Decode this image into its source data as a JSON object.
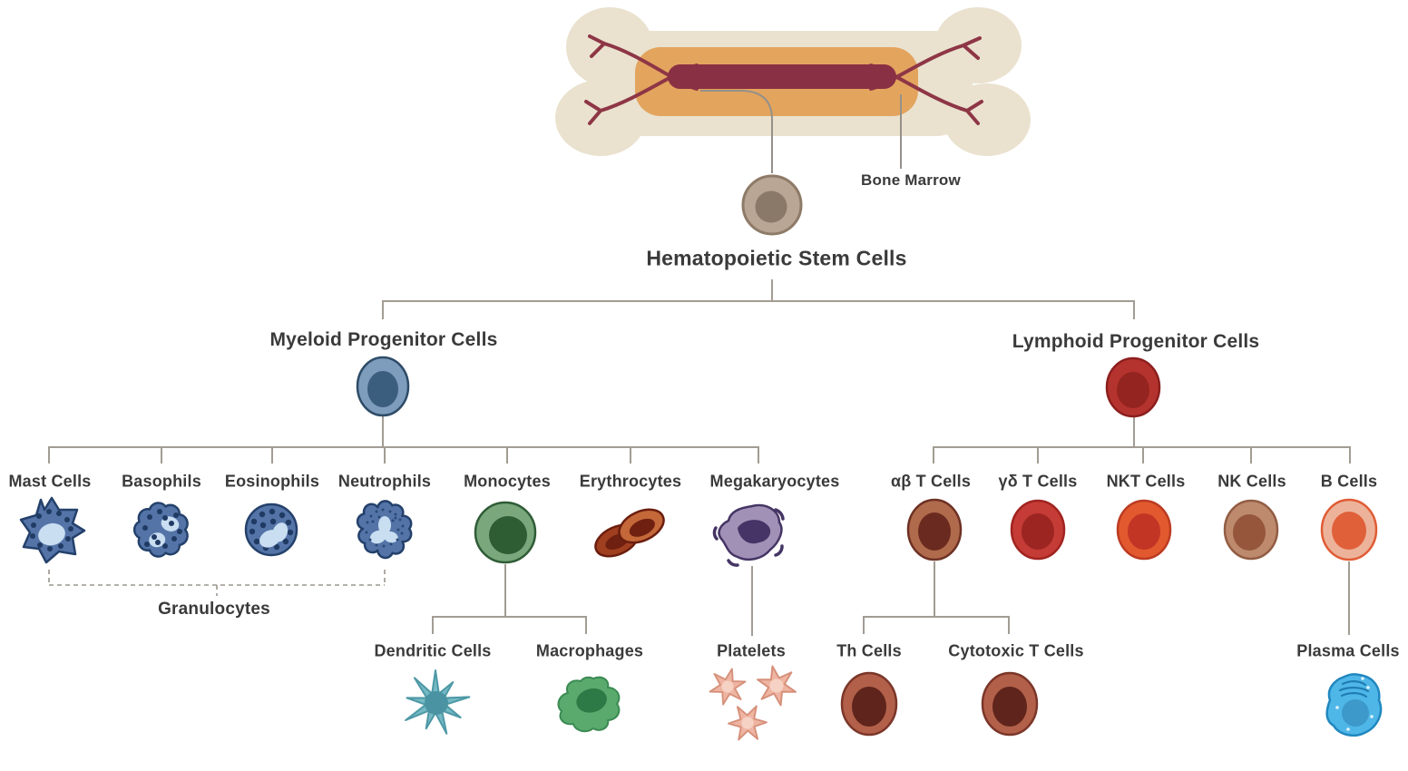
{
  "diagram_type": "hierarchy-tree",
  "nodes": {
    "bone_marrow": {
      "label": "Bone Marrow"
    },
    "hsc": {
      "label": "Hematopoietic Stem Cells"
    },
    "myeloid": {
      "label": "Myeloid Progenitor Cells"
    },
    "lymphoid": {
      "label": "Lymphoid Progenitor Cells"
    },
    "mast": {
      "label": "Mast Cells"
    },
    "basophils": {
      "label": "Basophils"
    },
    "eosinophils": {
      "label": "Eosinophils"
    },
    "neutrophils": {
      "label": "Neutrophils"
    },
    "monocytes": {
      "label": "Monocytes"
    },
    "erythrocytes": {
      "label": "Erythrocytes"
    },
    "megakaryocytes": {
      "label": "Megakaryocytes"
    },
    "granulocytes": {
      "label": "Granulocytes"
    },
    "dendritic": {
      "label": "Dendritic Cells"
    },
    "macrophages": {
      "label": "Macrophages"
    },
    "platelets": {
      "label": "Platelets"
    },
    "ab_t": {
      "label": "αβ T Cells"
    },
    "gd_t": {
      "label": "γδ T Cells"
    },
    "nkt": {
      "label": "NKT Cells"
    },
    "nk": {
      "label": "NK Cells"
    },
    "b": {
      "label": "B Cells"
    },
    "th": {
      "label": "Th Cells"
    },
    "cytotoxic_t": {
      "label": "Cytotoxic T Cells"
    },
    "plasma": {
      "label": "Plasma Cells"
    }
  },
  "hierarchy": {
    "Hematopoietic Stem Cells": [
      "Myeloid Progenitor Cells",
      "Lymphoid Progenitor Cells"
    ],
    "Myeloid Progenitor Cells": [
      "Mast Cells",
      "Basophils",
      "Eosinophils",
      "Neutrophils",
      "Monocytes",
      "Erythrocytes",
      "Megakaryocytes"
    ],
    "Monocytes": [
      "Dendritic Cells",
      "Macrophages"
    ],
    "Megakaryocytes": [
      "Platelets"
    ],
    "Lymphoid Progenitor Cells": [
      "αβ T Cells",
      "γδ T Cells",
      "NKT Cells",
      "NK Cells",
      "B Cells"
    ],
    "αβ T Cells": [
      "Th Cells",
      "Cytotoxic T Cells"
    ],
    "B Cells": [
      "Plasma Cells"
    ],
    "granulocytes_group": [
      "Mast Cells",
      "Basophils",
      "Eosinophils",
      "Neutrophils"
    ]
  },
  "colors": {
    "text": "#3a3a3a",
    "line": "#a29c93",
    "callout_line": "#95918a",
    "dashed_line": "#9b968e",
    "bone": "#eae2cf",
    "bone_inner": "#e3a45e",
    "marrow": "#8a3044",
    "vessel": "#8e3646",
    "hsc_body": "#b9a695",
    "hsc_nucleus": "#8a7868",
    "myeloid_body": "#7e9cbc",
    "myeloid_nucleus": "#3b5e7e",
    "lymphoid_body": "#b5332e",
    "lymphoid_nucleus": "#93241f",
    "granulocyte_body": "#5474a8",
    "granulocyte_light": "#c9def1",
    "granulocyte_dot": "#1f3a63",
    "granulocyte_stipple": "#2a4a77",
    "monocyte_body": "#7aa87c",
    "monocyte_nucleus": "#2e5c33",
    "erythrocyte_light": "#c4683a",
    "erythrocyte_mid": "#a03f1f",
    "erythrocyte_dark": "#6f2010",
    "megakaryocyte_body": "#a291b6",
    "megakaryocyte_nucleus": "#463467",
    "dendritic_body": "#74b9c4",
    "dendritic_nucleus": "#4a93a2",
    "macrophage_body": "#5aaa6e",
    "macrophage_nucleus": "#2e7a46",
    "platelet_body": "#efb5a2",
    "platelet_inner": "#f6d2c4",
    "ab_t_body": "#b06b4c",
    "ab_t_nucleus": "#6b2a1f",
    "gd_t_body": "#c53b36",
    "gd_t_nucleus": "#9c2521",
    "nkt_body": "#e2592f",
    "nkt_nucleus": "#c23424",
    "nk_body": "#bd8a6d",
    "nk_nucleus": "#95563c",
    "b_body": "#ecb39a",
    "b_nucleus": "#e0603a",
    "th_body": "#b2604a",
    "th_nucleus": "#5f241b",
    "plasma_body": "#4fb7e8",
    "plasma_nucleus": "#3c99c9"
  }
}
